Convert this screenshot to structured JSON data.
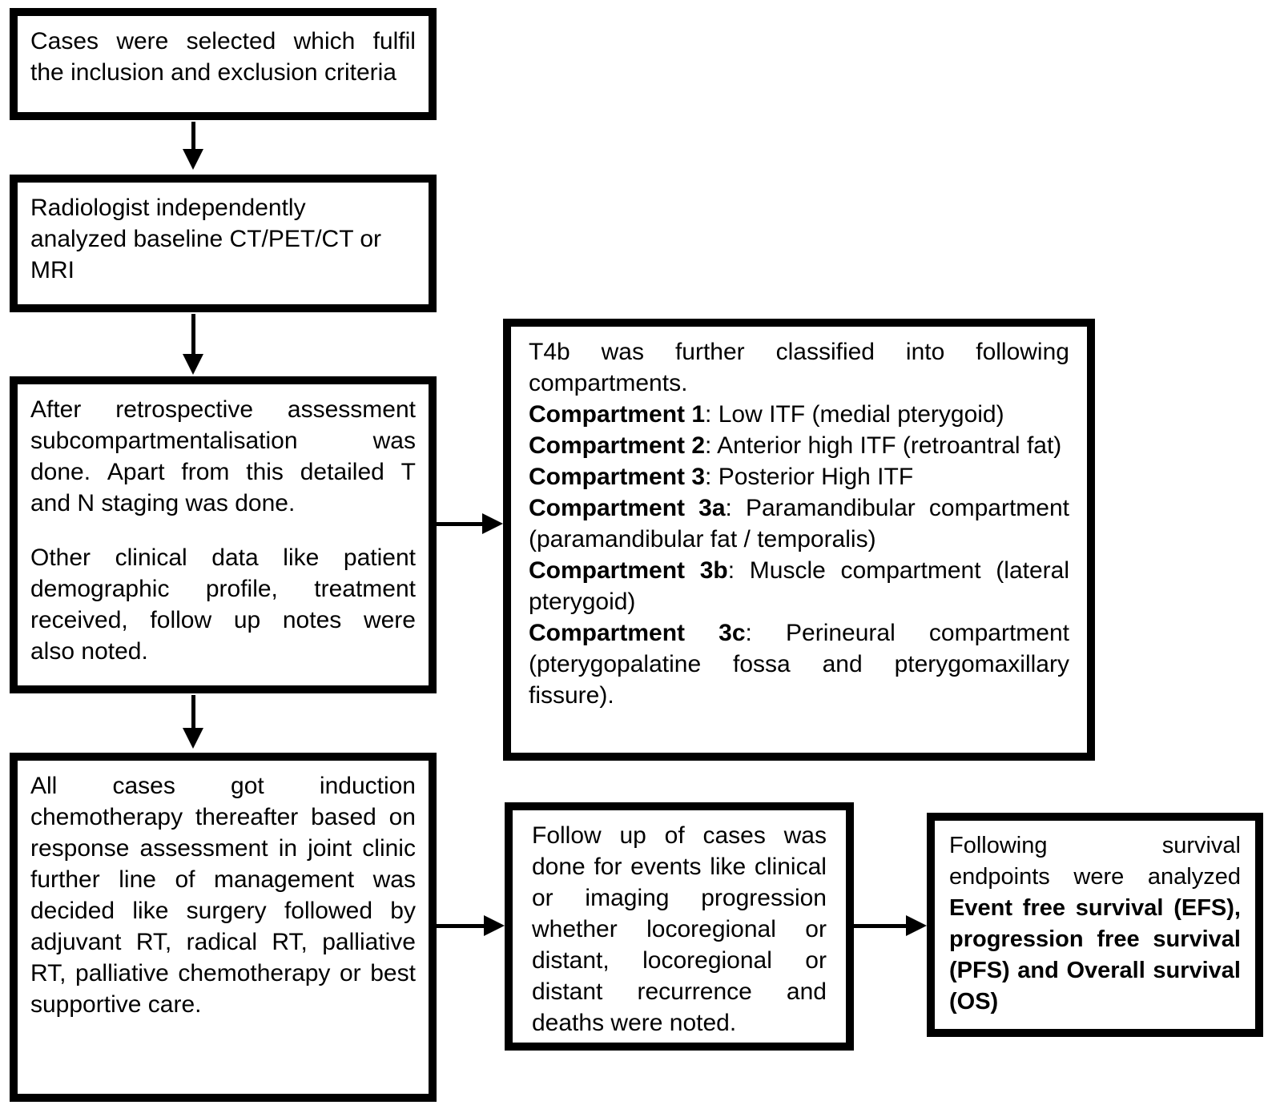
{
  "colors": {
    "ink": "#000000",
    "background": "#ffffff"
  },
  "flowchart": {
    "boxes": {
      "case_selection": {
        "lines": [
          {
            "justify": true,
            "runs": [
              {
                "text": "Cases were selected which fulfil"
              }
            ]
          },
          {
            "justify": false,
            "runs": [
              {
                "text": "the inclusion and exclusion criteria"
              }
            ]
          }
        ]
      },
      "radiologist_analysis": {
        "lines": [
          {
            "justify": false,
            "runs": [
              {
                "text": "Radiologist independently"
              }
            ]
          },
          {
            "justify": false,
            "runs": [
              {
                "text": "analyzed baseline CT/PET/CT or"
              }
            ]
          },
          {
            "justify": false,
            "runs": [
              {
                "text": "MRI"
              }
            ]
          }
        ]
      },
      "retrospective_assessment": {
        "lines": [
          {
            "justify": true,
            "runs": [
              {
                "text": "After retrospective assessment"
              }
            ]
          },
          {
            "justify": true,
            "runs": [
              {
                "text": "subcompartmentalisation was"
              }
            ]
          },
          {
            "justify": true,
            "runs": [
              {
                "text": "done. Apart from this detailed T"
              }
            ]
          },
          {
            "justify": false,
            "para_end": true,
            "runs": [
              {
                "text": "and N staging was done."
              }
            ]
          },
          {
            "justify": true,
            "runs": [
              {
                "text": "Other clinical data like patient"
              }
            ]
          },
          {
            "justify": true,
            "runs": [
              {
                "text": "demographic profile, treatment"
              }
            ]
          },
          {
            "justify": true,
            "runs": [
              {
                "text": "received, follow up notes were"
              }
            ]
          },
          {
            "justify": false,
            "runs": [
              {
                "text": "also noted."
              }
            ]
          }
        ]
      },
      "t4b_compartments": {
        "lines": [
          {
            "justify": true,
            "runs": [
              {
                "text": "T4b was further classified into following"
              }
            ]
          },
          {
            "justify": false,
            "runs": [
              {
                "text": "compartments."
              }
            ]
          },
          {
            "justify": false,
            "runs": [
              {
                "text": "Compartment 1",
                "bold": true
              },
              {
                "text": ": Low ITF (medial pterygoid)"
              }
            ]
          },
          {
            "justify": false,
            "runs": [
              {
                "text": "Compartment 2",
                "bold": true
              },
              {
                "text": ": Anterior high ITF (retroantral fat)"
              }
            ]
          },
          {
            "justify": false,
            "runs": [
              {
                "text": "Compartment 3",
                "bold": true
              },
              {
                "text": ": Posterior High ITF"
              }
            ]
          },
          {
            "justify": true,
            "runs": [
              {
                "text": "Compartment 3a",
                "bold": true
              },
              {
                "text": ": Paramandibular compartment"
              }
            ]
          },
          {
            "justify": false,
            "runs": [
              {
                "text": "(paramandibular fat / temporalis)"
              }
            ]
          },
          {
            "justify": true,
            "runs": [
              {
                "text": "Compartment 3b",
                "bold": true
              },
              {
                "text": ": Muscle compartment (lateral"
              }
            ]
          },
          {
            "justify": false,
            "runs": [
              {
                "text": "pterygoid)"
              }
            ]
          },
          {
            "justify": true,
            "runs": [
              {
                "text": "Compartment 3c",
                "bold": true
              },
              {
                "text": ": Perineural compartment"
              }
            ]
          },
          {
            "justify": true,
            "runs": [
              {
                "text": "(pterygopalatine fossa and pterygomaxillary"
              }
            ]
          },
          {
            "justify": false,
            "runs": [
              {
                "text": "fissure)."
              }
            ]
          }
        ]
      },
      "induction_chemotherapy": {
        "lines": [
          {
            "justify": true,
            "runs": [
              {
                "text": "All cases got induction"
              }
            ]
          },
          {
            "justify": true,
            "runs": [
              {
                "text": "chemotherapy thereafter based on"
              }
            ]
          },
          {
            "justify": true,
            "runs": [
              {
                "text": "response assessment in joint clinic"
              }
            ]
          },
          {
            "justify": true,
            "runs": [
              {
                "text": "further line of management was"
              }
            ]
          },
          {
            "justify": true,
            "runs": [
              {
                "text": "decided like surgery followed by"
              }
            ]
          },
          {
            "justify": true,
            "runs": [
              {
                "text": "adjuvant RT, radical RT, palliative"
              }
            ]
          },
          {
            "justify": true,
            "runs": [
              {
                "text": "RT, palliative chemotherapy or best"
              }
            ]
          },
          {
            "justify": false,
            "runs": [
              {
                "text": "supportive care."
              }
            ]
          }
        ]
      },
      "followup_events": {
        "lines": [
          {
            "justify": true,
            "runs": [
              {
                "text": "Follow up of cases was"
              }
            ]
          },
          {
            "justify": true,
            "runs": [
              {
                "text": "done for events like clinical"
              }
            ]
          },
          {
            "justify": true,
            "runs": [
              {
                "text": "or imaging progression"
              }
            ]
          },
          {
            "justify": true,
            "runs": [
              {
                "text": "whether locoregional or"
              }
            ]
          },
          {
            "justify": true,
            "runs": [
              {
                "text": "distant, locoregional or"
              }
            ]
          },
          {
            "justify": true,
            "runs": [
              {
                "text": "distant recurrence and"
              }
            ]
          },
          {
            "justify": false,
            "runs": [
              {
                "text": "deaths were noted."
              }
            ]
          }
        ]
      },
      "survival_endpoints": {
        "lines": [
          {
            "justify": true,
            "runs": [
              {
                "text": "Following survival"
              }
            ]
          },
          {
            "justify": true,
            "runs": [
              {
                "text": "endpoints were analyzed"
              }
            ]
          },
          {
            "justify": true,
            "runs": [
              {
                "text": "Event free survival (EFS),",
                "bold": true
              }
            ]
          },
          {
            "justify": true,
            "runs": [
              {
                "text": "progression free survival",
                "bold": true
              }
            ]
          },
          {
            "justify": true,
            "runs": [
              {
                "text": "(PFS) and Overall survival",
                "bold": true
              }
            ]
          },
          {
            "justify": false,
            "runs": [
              {
                "text": "(OS)",
                "bold": true
              }
            ]
          }
        ]
      }
    }
  }
}
